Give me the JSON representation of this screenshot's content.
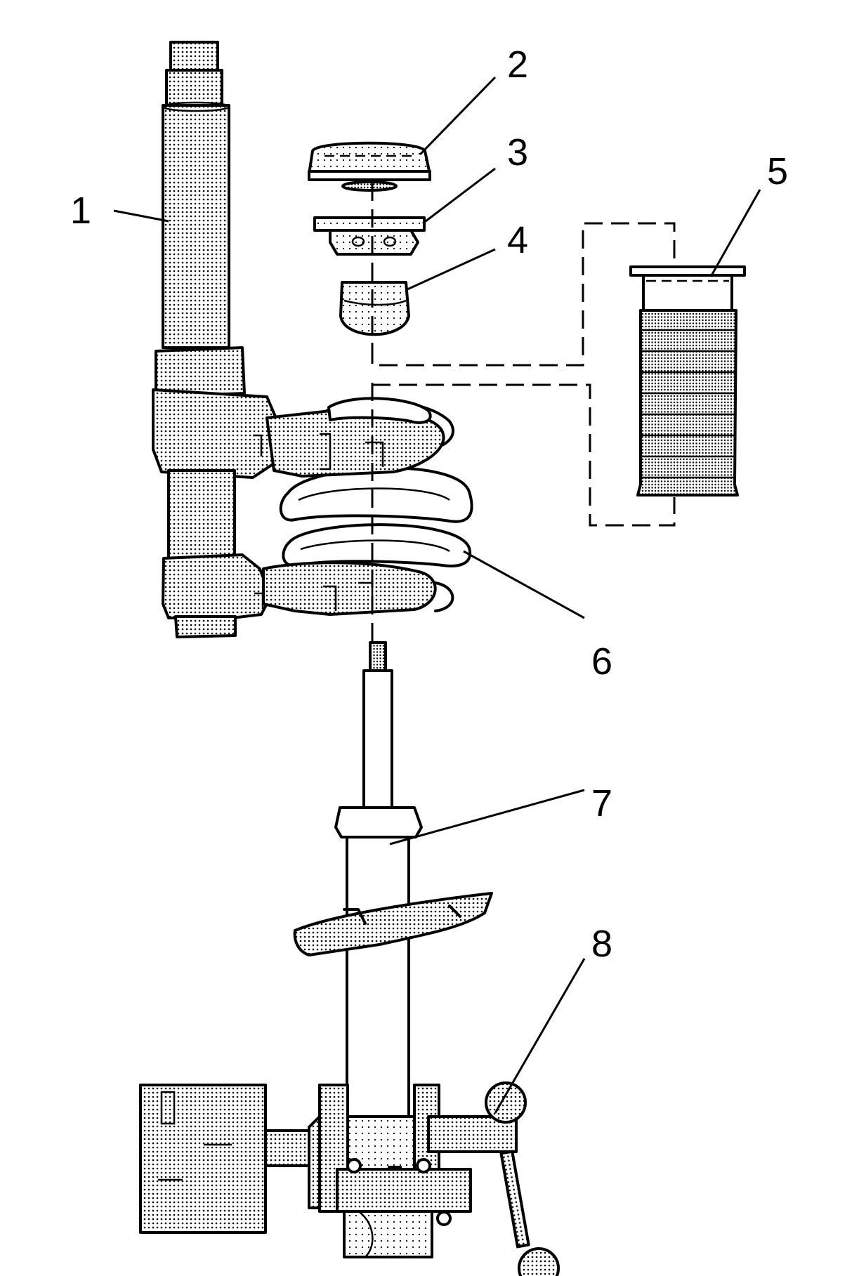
{
  "callouts": [
    {
      "id": "1",
      "label": "1"
    },
    {
      "id": "2",
      "label": "2"
    },
    {
      "id": "3",
      "label": "3"
    },
    {
      "id": "4",
      "label": "4"
    },
    {
      "id": "5",
      "label": "5"
    },
    {
      "id": "6",
      "label": "6"
    },
    {
      "id": "7",
      "label": "7"
    },
    {
      "id": "8",
      "label": "8"
    }
  ],
  "colors": {
    "line": "#000000",
    "stipple": "#000000",
    "background": "#ffffff"
  }
}
